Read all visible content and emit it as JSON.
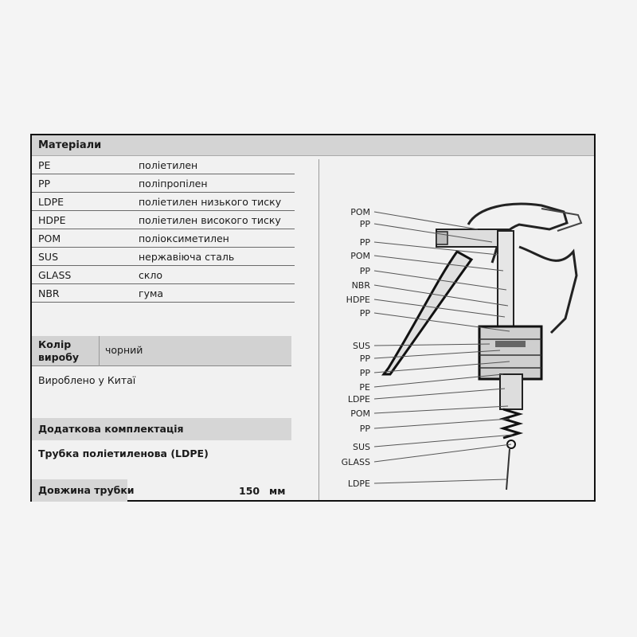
{
  "materials": {
    "header": "Матеріали",
    "rows": [
      {
        "code": "PE",
        "name": "поліетилен"
      },
      {
        "code": "PP",
        "name": "поліпропілен"
      },
      {
        "code": "LDPE",
        "name": "поліетилен низького тиску"
      },
      {
        "code": "HDPE",
        "name": "поліетилен високого тиску"
      },
      {
        "code": "POM",
        "name": "поліоксиметилен"
      },
      {
        "code": "SUS",
        "name": "нержавіюча сталь"
      },
      {
        "code": "GLASS",
        "name": "скло"
      },
      {
        "code": "NBR",
        "name": "гума"
      }
    ]
  },
  "product_color": {
    "label": "Колір виробу",
    "value": "чорний"
  },
  "made_in": "Вироблено у Китаї",
  "extras": {
    "header": "Додаткова комплектація",
    "tube": "Трубка поліетиленова (LDPE)",
    "length_label": "Довжина трубки",
    "length_value": "150",
    "length_unit": "мм"
  },
  "diagram": {
    "callouts": [
      "POM",
      "PP",
      "PP",
      "POM",
      "PP",
      "NBR",
      "HDPE",
      "PP",
      "SUS",
      "PP",
      "PP",
      "PE",
      "LDPE",
      "POM",
      "PP",
      "SUS",
      "GLASS",
      "LDPE"
    ]
  }
}
